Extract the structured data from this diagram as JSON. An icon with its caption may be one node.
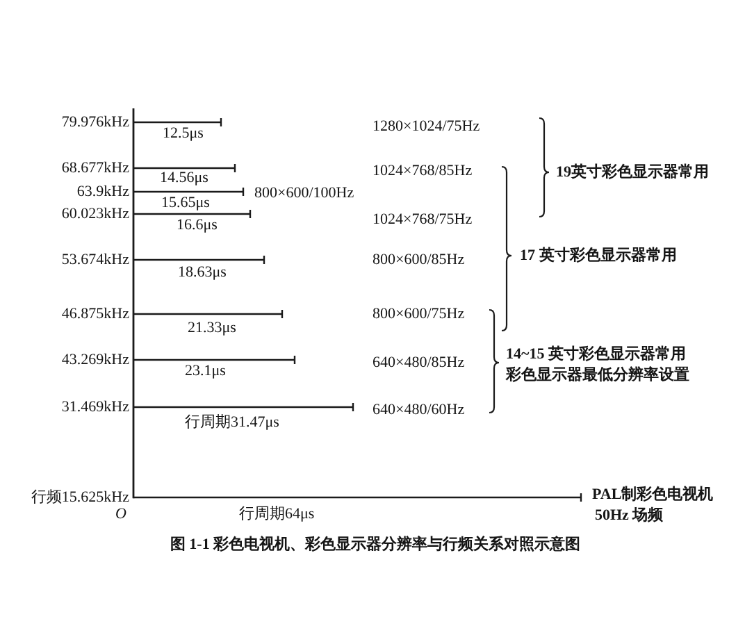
{
  "diagram": {
    "caption": "图 1-1 彩色电视机、彩色显示器分辨率与行频关系对照示意图",
    "labels": [
      "79.976kHz",
      "1280×1024/75Hz",
      "12.5μs",
      "68.677kHz",
      "1024×768/85Hz",
      "19英寸彩色显示器常用",
      "14.56μs",
      "63.9kHz",
      "800×600/100Hz",
      "15.65μs",
      "60.023kHz",
      "1024×768/75Hz",
      "16.6μs",
      "53.674kHz",
      "800×600/85Hz",
      "17 英寸彩色显示器常用",
      "18.63μs",
      "46.875kHz",
      "800×600/75Hz",
      "21.33μs",
      "43.269kHz",
      "640×480/85Hz",
      "14~15 英寸彩色显示器常用",
      "23.1μs",
      "彩色显示器最低分辨率设置",
      "31.469kHz",
      "640×480/60Hz",
      "行周期31.47μs",
      "行频15.625kHz",
      "PAL制彩色电视机",
      "O",
      "行周期64μs",
      "50Hz 场频"
    ]
  }
}
